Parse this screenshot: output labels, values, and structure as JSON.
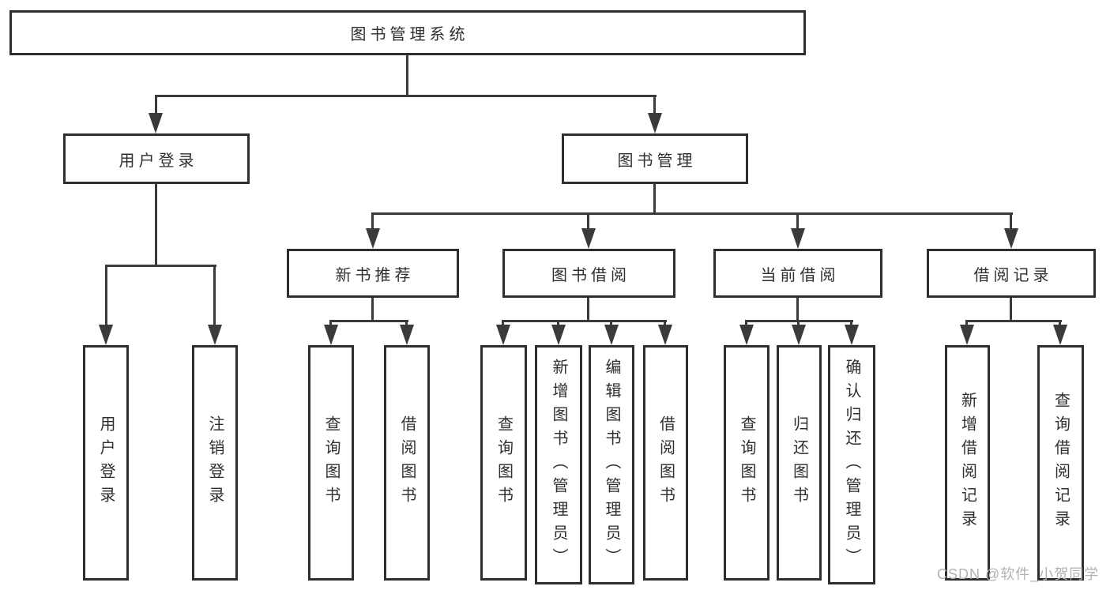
{
  "diagram": {
    "title": "图书管理系统",
    "children": [
      {
        "label": "用户登录",
        "children": [
          {
            "label": "用户登录"
          },
          {
            "label": "注销登录"
          }
        ]
      },
      {
        "label": "图书管理",
        "children": [
          {
            "label": "新书推荐",
            "children": [
              {
                "label": "查询图书"
              },
              {
                "label": "借阅图书"
              }
            ]
          },
          {
            "label": "图书借阅",
            "children": [
              {
                "label": "查询图书"
              },
              {
                "label": "新增图书（管理员）"
              },
              {
                "label": "编辑图书（管理员）"
              },
              {
                "label": "借阅图书"
              }
            ]
          },
          {
            "label": "当前借阅",
            "children": [
              {
                "label": "查询图书"
              },
              {
                "label": "归还图书"
              },
              {
                "label": "确认归还（管理员）"
              }
            ]
          },
          {
            "label": "借阅记录",
            "children": [
              {
                "label": "新增借阅记录"
              },
              {
                "label": "查询借阅记录"
              }
            ]
          }
        ]
      }
    ]
  },
  "watermark": {
    "text": "CSDN @软件_小贺同学"
  },
  "colors": {
    "background": "#ffffff",
    "line": "#3a3a3a",
    "box_border": "#2e2e2e",
    "text": "#2f2f2f",
    "watermark": "#b2b2b2"
  }
}
